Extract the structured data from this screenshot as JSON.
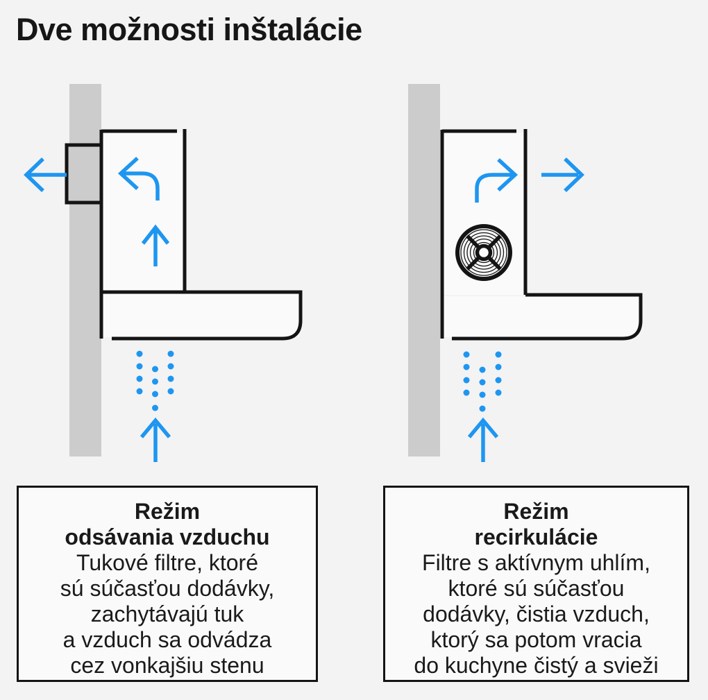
{
  "title": "Dve možnosti inštalácie",
  "colors": {
    "background": "#f3f3f4",
    "panel": "#fafafa",
    "wall": "#cccccc",
    "line": "#141414",
    "accent": "#1e96f0",
    "text": "#1a1a1a"
  },
  "diagrams": {
    "left": {
      "icons": [
        "arrow-left-icon",
        "arrow-turn-left-icon",
        "arrow-up-icon",
        "airflow-dots",
        "arrow-up-icon"
      ]
    },
    "right": {
      "icons": [
        "arrow-turn-right-icon",
        "arrow-right-icon",
        "fan-icon",
        "airflow-dots",
        "arrow-up-icon"
      ]
    }
  },
  "captions": {
    "left": {
      "title_lines": [
        "Režim",
        "odsávania vzduchu"
      ],
      "body_lines": [
        "Tukové filtre, ktoré",
        "sú súčasťou dodávky,",
        "zachytávajú tuk",
        "a vzduch sa odvádza",
        "cez vonkajšiu stenu"
      ]
    },
    "right": {
      "title_lines": [
        "Režim",
        "recirkulácie"
      ],
      "body_lines": [
        "Filtre s aktívnym uhlím,",
        "ktoré sú súčasťou",
        "dodávky, čistia vzduch,",
        "ktorý sa potom vracia",
        "do kuchyne čistý a svieži"
      ]
    }
  }
}
